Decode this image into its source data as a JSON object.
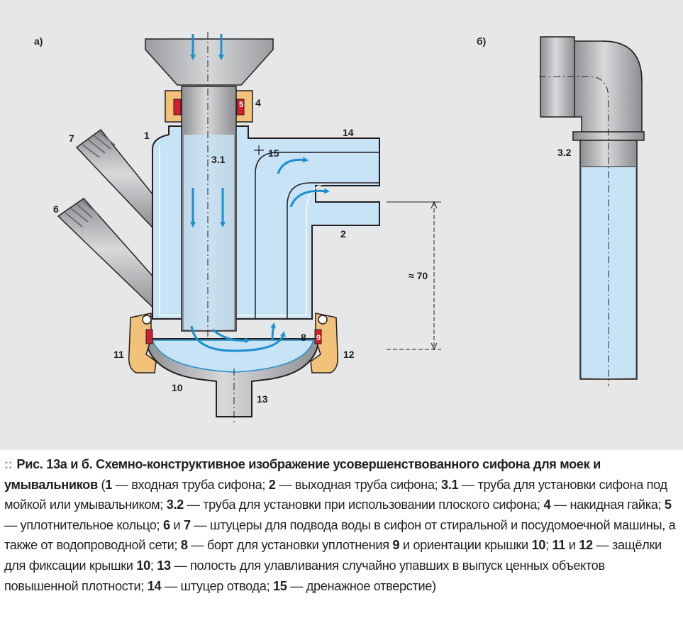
{
  "labels": {
    "panel_a": "а)",
    "panel_b": "б)",
    "n1": "1",
    "n2": "2",
    "n3_1": "3.1",
    "n3_2": "3.2",
    "n4": "4",
    "n5": "5",
    "n6": "6",
    "n7": "7",
    "n8": "8",
    "n9": "9",
    "n10": "10",
    "n11": "11",
    "n12": "12",
    "n13": "13",
    "n14": "14",
    "n15": "15",
    "dimension": "≈ 70"
  },
  "colors": {
    "background": "#e6e7e8",
    "water": "#c7e3f5",
    "flow_arrow": "#1d8fd0",
    "gasket": "#d31f2e",
    "latch": "#f2c27a",
    "pipe_gray": "#a7a9ac"
  },
  "caption": {
    "bullet": "::",
    "title": "Рис. 13а и б. Схемно-конструктивное изображение усовершенствованного сифона для моек и умывальников",
    "parts": [
      {
        "b": true,
        "t": "Рис. 13а и б. Схемно-конструктивное изображение усовершенствованного сифона для моек и умывальников"
      },
      {
        "b": false,
        "t": " ("
      },
      {
        "b": true,
        "t": "1"
      },
      {
        "b": false,
        "t": " — входная труба сифона; "
      },
      {
        "b": true,
        "t": "2"
      },
      {
        "b": false,
        "t": " — выходная труба сифона; "
      },
      {
        "b": true,
        "t": "3.1"
      },
      {
        "b": false,
        "t": " — труба для установки сифона под мойкой или умывальником; "
      },
      {
        "b": true,
        "t": "3.2"
      },
      {
        "b": false,
        "t": " — труба для установки при использовании плоского сифона; "
      },
      {
        "b": true,
        "t": "4"
      },
      {
        "b": false,
        "t": " — накидная гайка; "
      },
      {
        "b": true,
        "t": "5"
      },
      {
        "b": false,
        "t": " — уплотнительное кольцо; "
      },
      {
        "b": true,
        "t": "6"
      },
      {
        "b": false,
        "t": " и "
      },
      {
        "b": true,
        "t": "7"
      },
      {
        "b": false,
        "t": " — штуцеры для подвода воды в сифон от стиральной и посудомоечной машины, а также от водопроводной сети; "
      },
      {
        "b": true,
        "t": "8"
      },
      {
        "b": false,
        "t": " — борт для установки уплотнения "
      },
      {
        "b": true,
        "t": "9"
      },
      {
        "b": false,
        "t": " и ориентации крышки "
      },
      {
        "b": true,
        "t": "10"
      },
      {
        "b": false,
        "t": "; "
      },
      {
        "b": true,
        "t": "11"
      },
      {
        "b": false,
        "t": " и "
      },
      {
        "b": true,
        "t": "12"
      },
      {
        "b": false,
        "t": " — защёлки для фиксации крышки "
      },
      {
        "b": true,
        "t": "10"
      },
      {
        "b": false,
        "t": "; "
      },
      {
        "b": true,
        "t": "13"
      },
      {
        "b": false,
        "t": " — полость для улавливания случайно упавших в выпуск ценных объектов повышенной плотности; "
      },
      {
        "b": true,
        "t": "14"
      },
      {
        "b": false,
        "t": " — штуцер отвода; "
      },
      {
        "b": true,
        "t": "15"
      },
      {
        "b": false,
        "t": " — дренажное отверстие)"
      }
    ]
  }
}
